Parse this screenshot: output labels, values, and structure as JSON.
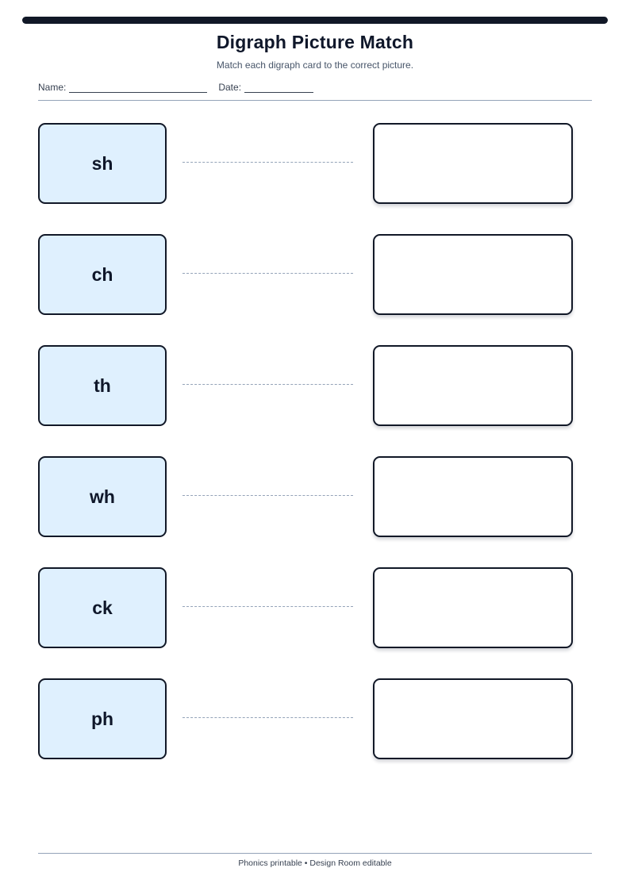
{
  "header": {
    "title": "Digraph Picture Match",
    "subtitle": "Match each digraph card to the correct picture.",
    "name_label": "Name:",
    "date_label": "Date:"
  },
  "rows": [
    {
      "digraph": "sh"
    },
    {
      "digraph": "ch"
    },
    {
      "digraph": "th"
    },
    {
      "digraph": "wh"
    },
    {
      "digraph": "ck"
    },
    {
      "digraph": "ph"
    }
  ],
  "footer": {
    "text": "Phonics printable • Design Room editable"
  },
  "colors": {
    "card_fill": "#dff0fe",
    "border": "#111827",
    "connector": "#94a3b8"
  }
}
